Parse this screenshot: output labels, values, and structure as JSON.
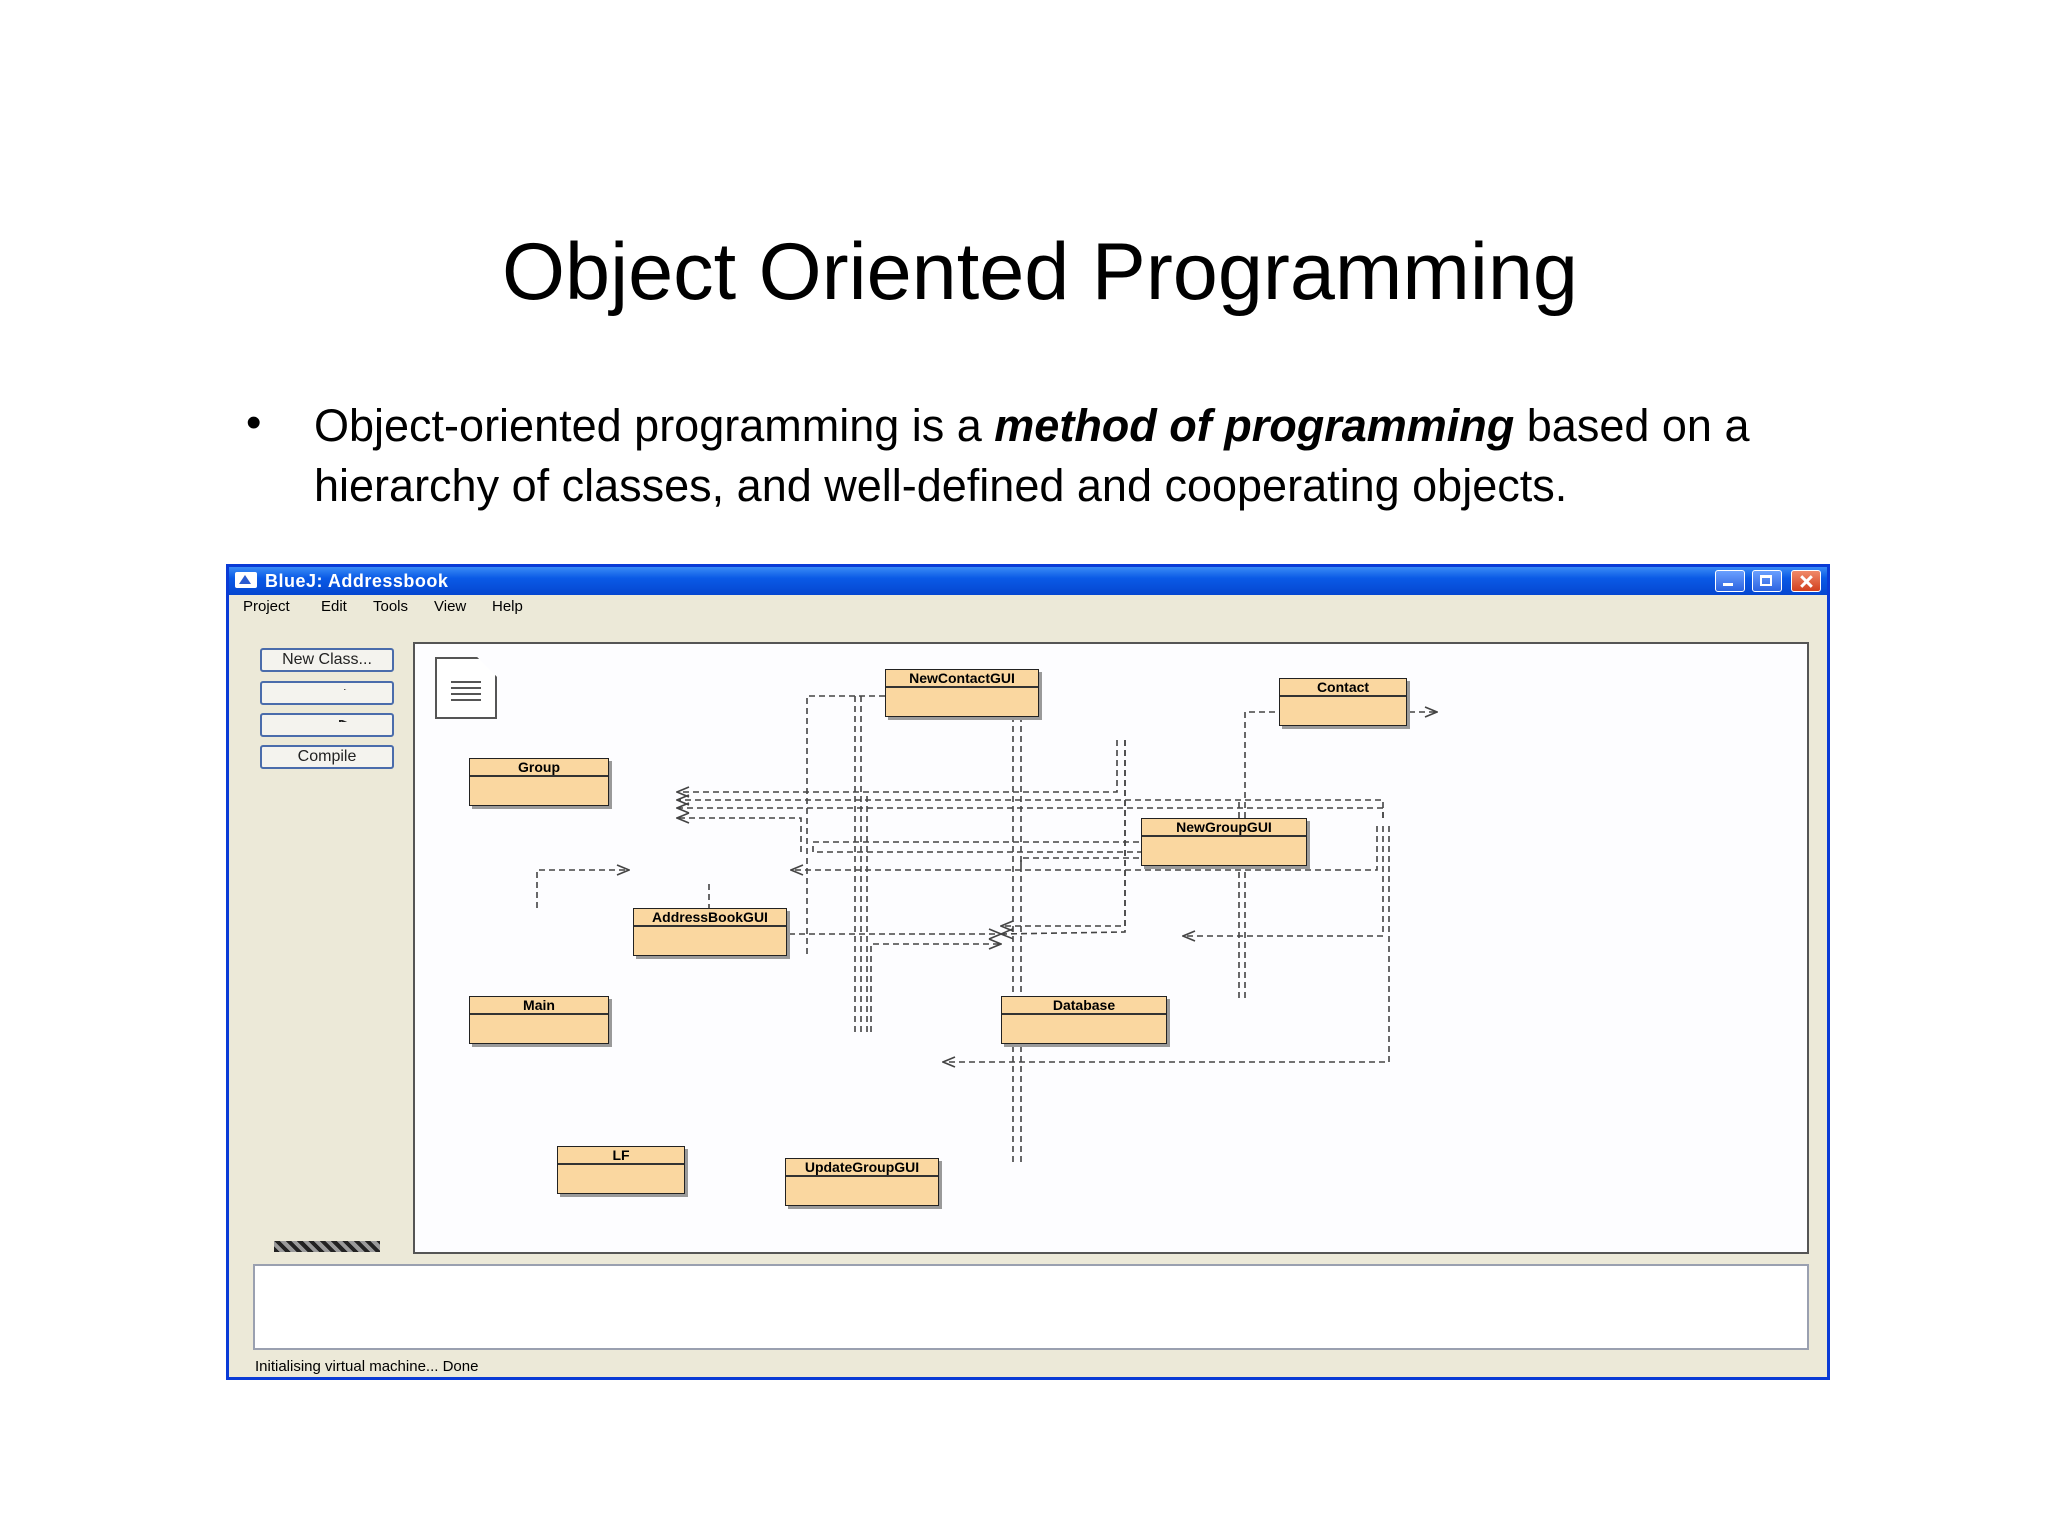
{
  "slide": {
    "title": "Object Oriented Programming",
    "bullet": {
      "symbol": "•",
      "text_before": "Object-oriented programming is a ",
      "emphasis": "method of  programming",
      "text_after": "  based on a hierarchy  of classes, and well-defined and cooperating objects."
    }
  },
  "window": {
    "title": "BlueJ:  Addressbook",
    "menu": [
      "Project",
      "Edit",
      "Tools",
      "View",
      "Help"
    ],
    "toolbar": {
      "new_class": "New Class...",
      "uses_arrow": "uses-arrow-icon",
      "inherits_arrow": "inherits-arrow-icon",
      "compile": "Compile"
    },
    "classes": {
      "newcontactgui": "NewContactGUI",
      "contact": "Contact",
      "group": "Group",
      "newgroupgui": "NewGroupGUI",
      "addressbookgui": "AddressBookGUI",
      "main": "Main",
      "database": "Database",
      "lf": "LF",
      "updategroupgui": "UpdateGroupGUI"
    },
    "status": "Initialising virtual machine... Done"
  },
  "colors": {
    "class_fill": "#fad7a0",
    "titlebar": "#0a5ae6",
    "window_bg": "#ece9d8"
  }
}
